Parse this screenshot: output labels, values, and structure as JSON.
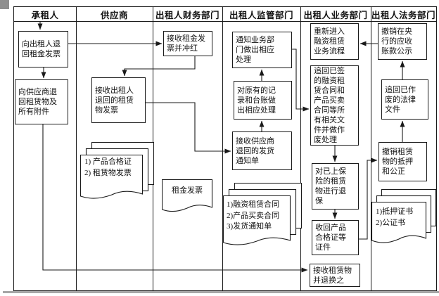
{
  "palette": {
    "line": "#1a1a1a",
    "text": "#111111",
    "background": "#ffffff",
    "scan_shadow": "#a6a6a6"
  },
  "lanes": [
    {
      "title": "承租人"
    },
    {
      "title": "供应商"
    },
    {
      "title": "出租人财务部门"
    },
    {
      "title": "出租人监管部门"
    },
    {
      "title": "出租人业务部门"
    },
    {
      "title": "出租人法务部门"
    }
  ],
  "boxes": {
    "lessee_return_rent_invoice": "向出租人退\n回租金发票",
    "lessee_return_leased_property": "向供应商退\n回租赁物及\n所有附件",
    "supplier_receive_returned_invoice": "接收出租人\n退回的租赁\n物发票",
    "finance_receive_flush_invoice": "接收租金发\n票并冲红",
    "supervise_notify_business": "通知业务部\n门做出相应\n处理",
    "supervise_update_records": "对原有的记\n录和台账做\n出相应处理",
    "supervise_receive_delivery_note": "接收供应商\n退回的发货\n通知单",
    "business_reenter_leasing_process": "重新进入\n融资租赁\n业务流程",
    "business_recover_contracts": "追回已签\n的融资租\n赁合同和\n产品买卖\n合同等所\n有相关文\n件并做作\n废处理",
    "business_cancel_insurance": "对已上保\n险的租赁\n物进行退\n保",
    "business_recover_certificates": "收回产品\n合格证等\n证件",
    "business_receive_and_exchange": "接收租赁物\n并退换之",
    "legal_cancel_pboc_publicity": "撤销在央\n行的应收\n账款公示",
    "legal_recover_void_documents": "追回已作\n废的法律\n文件",
    "legal_cancel_mortgage_notarization": "撤销租赁\n物的抵押\n和公正"
  },
  "documents": {
    "supplier_docs": "1) 产品合格证\n2) 租赁物发票",
    "rent_invoice": "租金发票",
    "supervision_docs": "1)融资租赁合同\n2)产品买卖合同\n3)发货通知单",
    "legal_docs": "1)抵押证书\n2)公证书"
  }
}
